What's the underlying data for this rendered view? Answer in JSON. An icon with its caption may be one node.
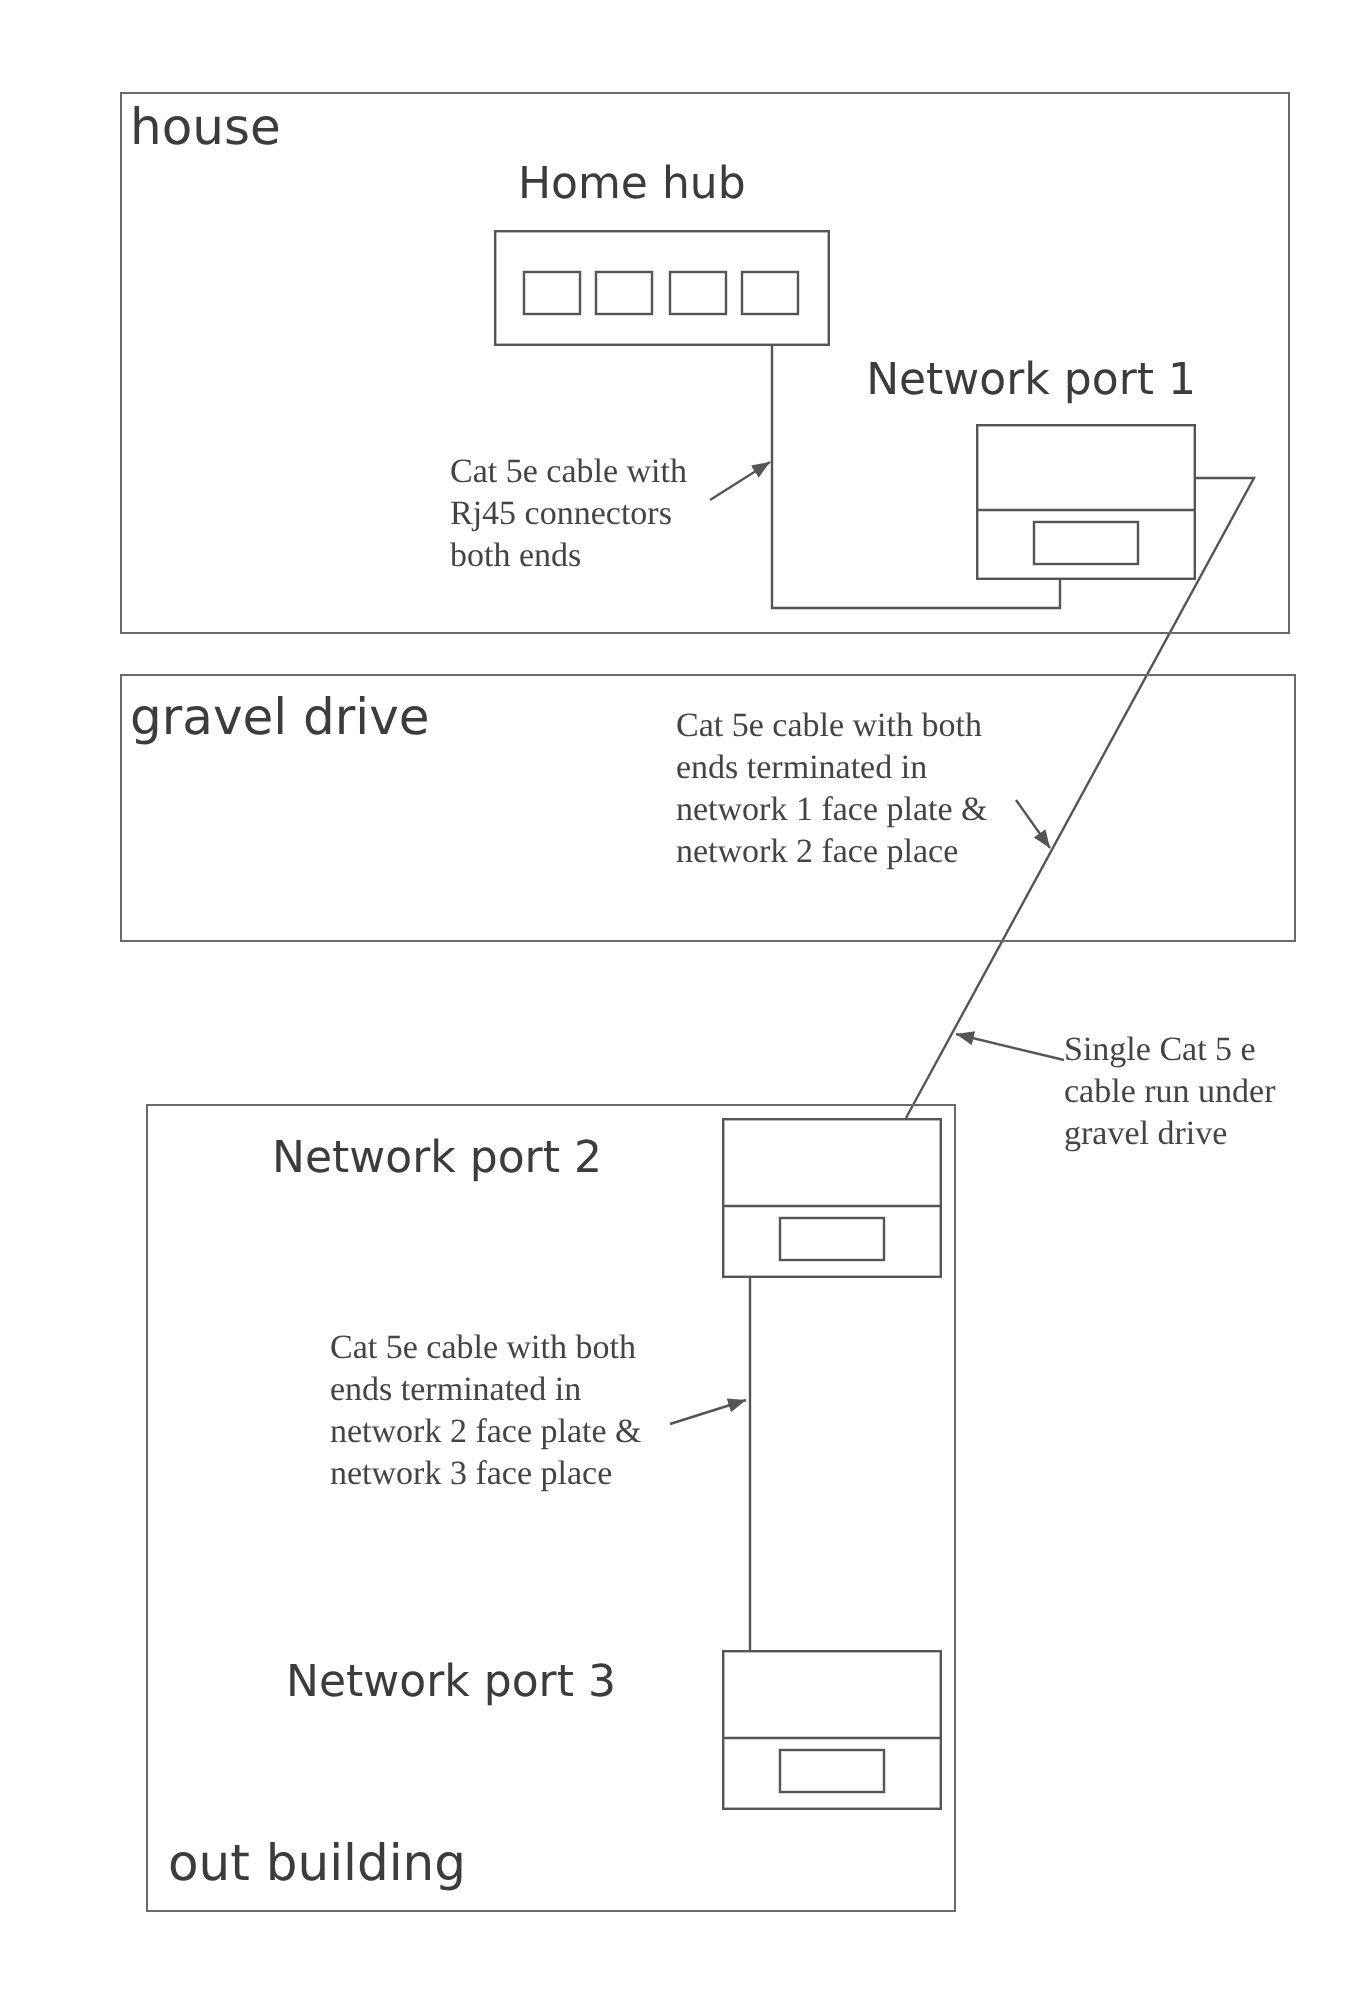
{
  "diagram": {
    "nodes": [
      {
        "text": [
          "house"
        ]
      },
      {
        "text": [
          "Home hub"
        ],
        "in": 0
      },
      {
        "text": [
          "Network port 1"
        ],
        "in": 0
      },
      {
        "text": [
          "Cat 5e cable with Rj45 connectors both ends"
        ],
        "in": 0
      },
      {
        "text": [
          "gravel drive"
        ]
      },
      {
        "text": [
          "Cat 5e cable with both ends terminated in network 1 face plate & network 2 face place"
        ],
        "in": 4
      },
      {
        "text": [
          "Single Cat 5 e cable run under gravel drive"
        ]
      },
      {
        "text": [
          "out building"
        ]
      },
      {
        "text": [
          "Network port 2"
        ],
        "in": 7
      },
      {
        "text": [
          "Cat 5e cable with both ends terminated in network 2 face plate & network 3 face place"
        ],
        "in": 7
      },
      {
        "text": [
          "Network port 3"
        ],
        "in": 7
      }
    ],
    "edges": [
      {
        "from": 1,
        "to": 2,
        "arrow": "none"
      },
      {
        "from": 2,
        "to": 8,
        "arrow": "none"
      },
      {
        "from": 8,
        "to": 10,
        "arrow": "none"
      },
      {
        "from": 3,
        "to": null,
        "arrow": "to"
      },
      {
        "from": 5,
        "to": null,
        "arrow": "to"
      },
      {
        "from": 6,
        "to": null,
        "arrow": "to"
      },
      {
        "from": 9,
        "to": null,
        "arrow": "to"
      }
    ]
  }
}
